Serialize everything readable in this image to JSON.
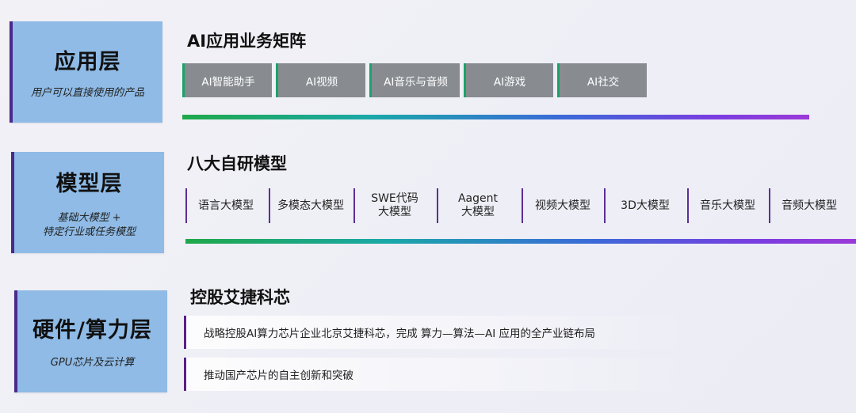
{
  "layers": [
    {
      "title": "应用层",
      "subtitle": [
        "用户可以直接使用的产品"
      ]
    },
    {
      "title": "模型层",
      "subtitle": [
        "基础大模型 +",
        "特定行业或任务模型"
      ]
    },
    {
      "title": "硬件/算力层",
      "subtitle": [
        "GPU芯片及云计算"
      ]
    }
  ],
  "app_section": {
    "title": "AI应用业务矩阵",
    "items": [
      "AI智能助手",
      "AI视频",
      "AI音乐与音频",
      "AI游戏",
      "AI社交"
    ]
  },
  "model_section": {
    "title": "八大自研模型",
    "items": [
      [
        "语言大模型"
      ],
      [
        "多模态大模型"
      ],
      [
        "SWE代码",
        "大模型"
      ],
      [
        "Aagent",
        "大模型"
      ],
      [
        "视频大模型"
      ],
      [
        "3D大模型"
      ],
      [
        "音乐大模型"
      ],
      [
        "音频大模型"
      ]
    ]
  },
  "hardware_section": {
    "title": "控股艾捷科芯",
    "bullets": [
      "战略控股AI算力芯片企业北京艾捷科芯，完成 算力—算法—AI 应用的全产业链布局",
      "推动国产芯片的自主创新和突破"
    ]
  },
  "colors": {
    "layer_box": "#8fbbe6",
    "chip_bg": "#888c91",
    "accent_purple": "#5a1f86",
    "accent_green": "#1aa36a"
  }
}
